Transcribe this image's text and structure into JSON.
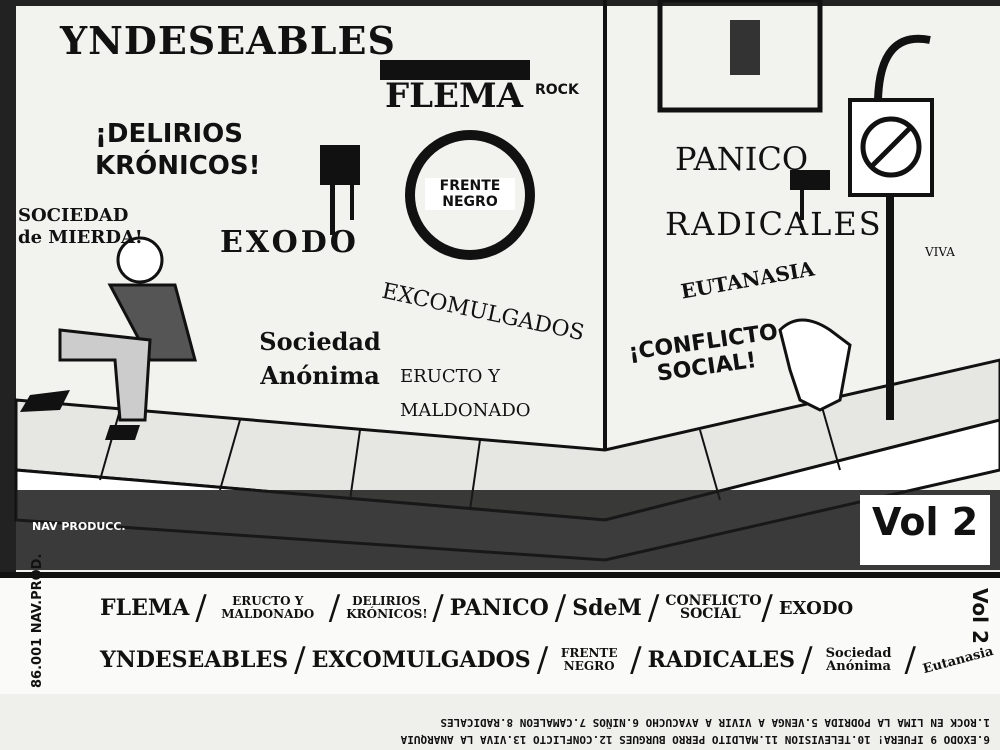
{
  "cover": {
    "bands_on_wall": [
      "YNDESEABLES",
      "¡DELIRIOS KRÓNICOS!",
      "SOCIEDAD de MIERDA!",
      "EXODO",
      "FLEMA",
      "ROCK",
      "FRENTE NEGRO",
      "PANICO",
      "RADICALES",
      "EUTANASIA",
      "¡CONFLICTO SOCIAL!",
      "Sociedad Anónima",
      "EXCOMULGADOS",
      "ERUCTO Y MALDONADO",
      "VIVA"
    ],
    "volume": "Vol 2",
    "label_logo": "NAV PRODUCC."
  },
  "strip": {
    "catalog": "86.001 NAV.PROD.",
    "row1": [
      "FLEMA",
      "ERUCTO Y MALDONADO",
      "DELIRIOS KRÓNICOS!",
      "PANICO",
      "SdeM",
      "CONFLICTO SOCIAL",
      "EXODO"
    ],
    "row2": [
      "YNDESEABLES",
      "EXCOMULGADOS",
      "FRENTE NEGRO",
      "RADICALES",
      "Sociedad Anónima",
      "Eutanasia"
    ],
    "side": "Vol 2"
  },
  "tracklist": {
    "line1": "6.EXODO 9 IFUERA! 10.TELEVISION 11.MALDITO PERRO BURGUES 12.CONFLICTO 13.VIVA LA ANARQUIA",
    "line2": "1.ROCK EN LIMA LA PODRIDA 5.VENGA A VIVIR A AYACUCHO 6.NIÑOS 7.CAMALEON 8.RADICALES"
  }
}
